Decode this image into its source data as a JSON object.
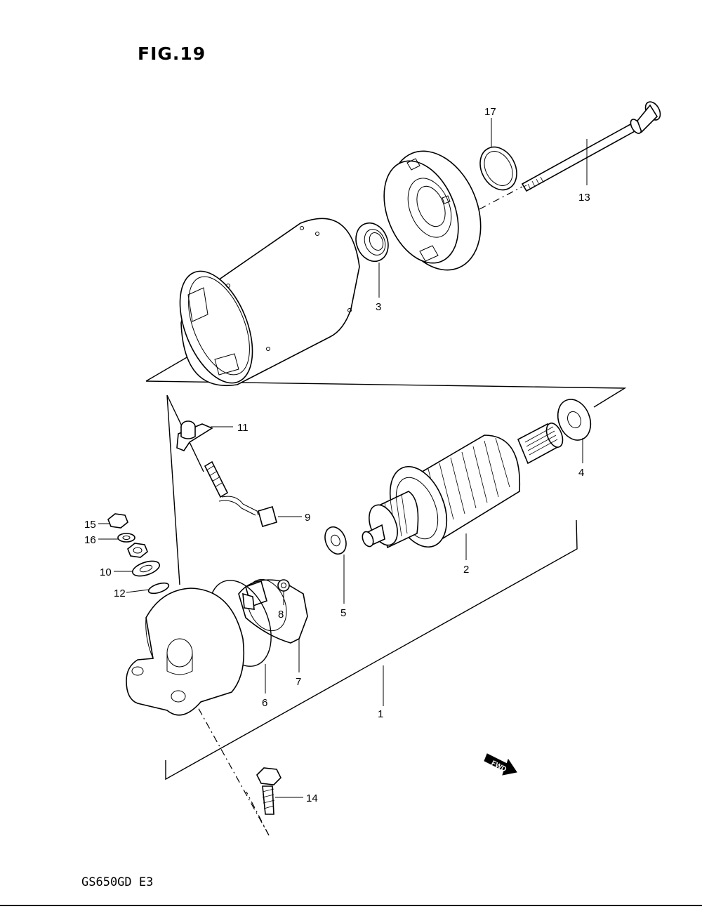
{
  "figure": {
    "title": "FIG.19",
    "model_code": "GS650GD  E3",
    "fwd_label": "FWD"
  },
  "callouts": [
    {
      "id": "1",
      "label": "1"
    },
    {
      "id": "2",
      "label": "2"
    },
    {
      "id": "3",
      "label": "3"
    },
    {
      "id": "4",
      "label": "4"
    },
    {
      "id": "5",
      "label": "5"
    },
    {
      "id": "6",
      "label": "6"
    },
    {
      "id": "7",
      "label": "7"
    },
    {
      "id": "8",
      "label": "8"
    },
    {
      "id": "9",
      "label": "9"
    },
    {
      "id": "10",
      "label": "10"
    },
    {
      "id": "11",
      "label": "11"
    },
    {
      "id": "12",
      "label": "12"
    },
    {
      "id": "13",
      "label": "13"
    },
    {
      "id": "14",
      "label": "14"
    },
    {
      "id": "15",
      "label": "15"
    },
    {
      "id": "16",
      "label": "16"
    },
    {
      "id": "17",
      "label": "17"
    }
  ],
  "colors": {
    "ink": "#000000",
    "paper": "#ffffff"
  }
}
